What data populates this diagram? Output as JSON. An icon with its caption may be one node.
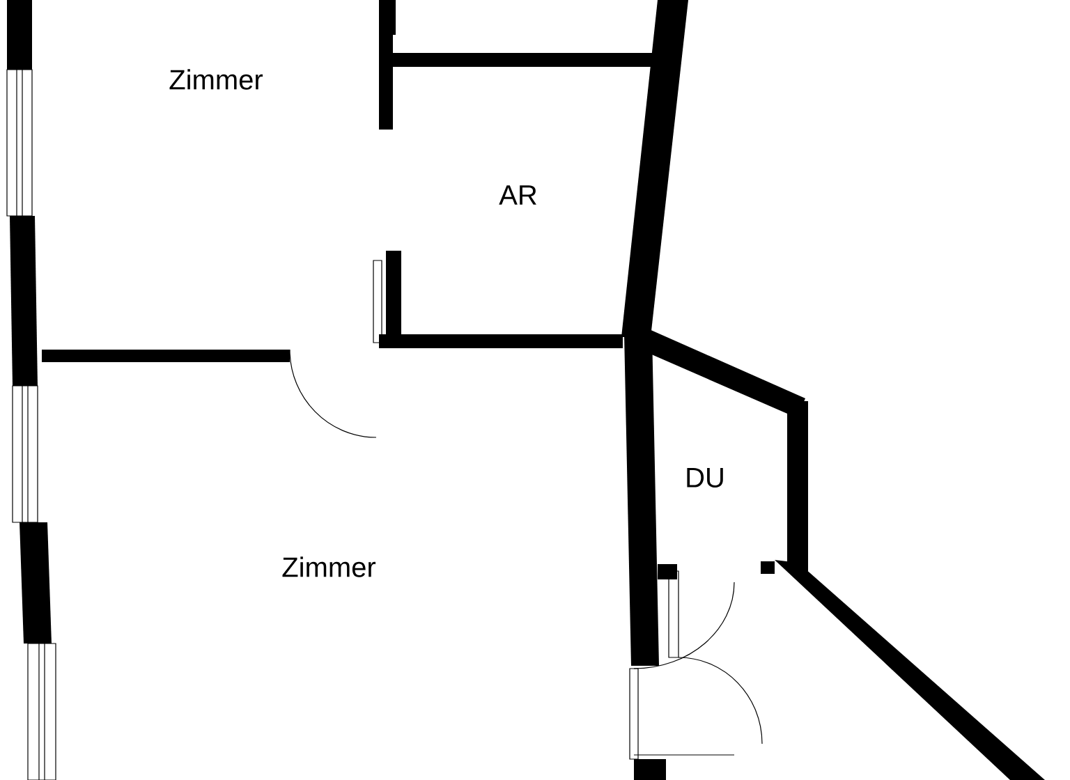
{
  "diagram": {
    "labels": [
      "Zimmer",
      "AR",
      "DU",
      "Zimmer"
    ]
  }
}
